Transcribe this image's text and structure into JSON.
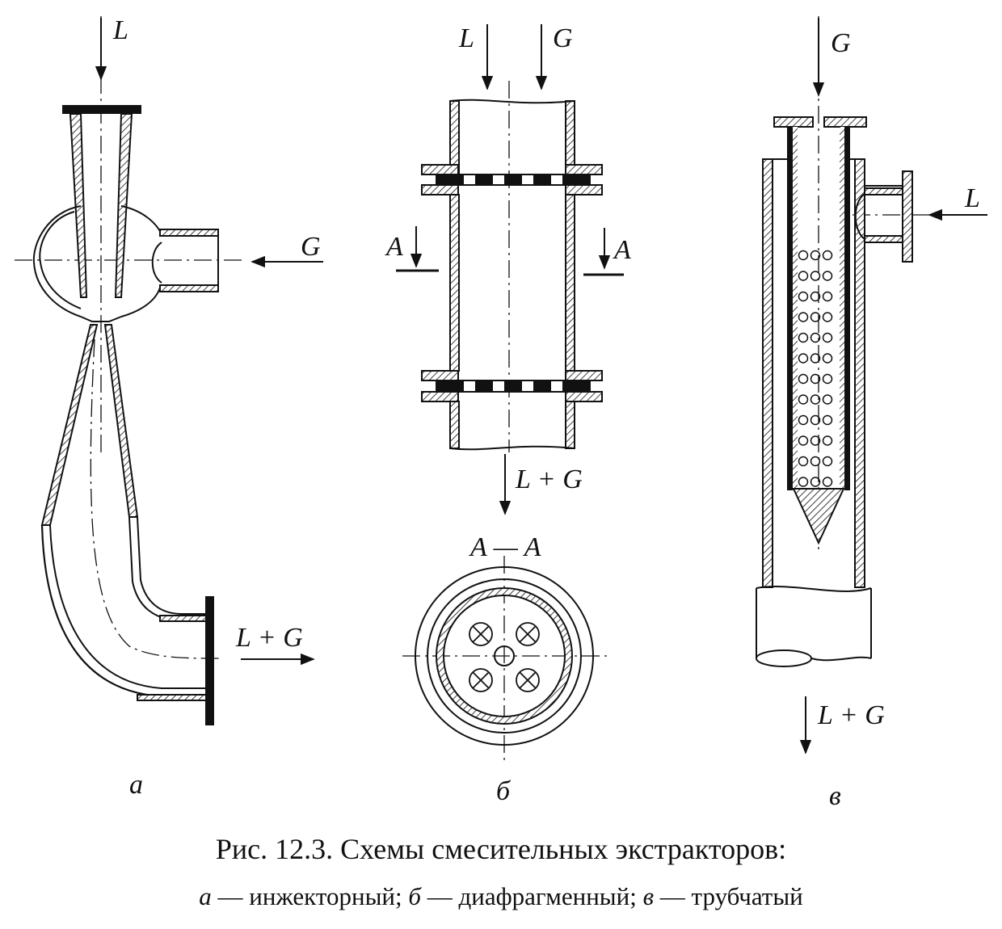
{
  "figure_a": {
    "label": "а",
    "flow_in_top": "L",
    "flow_in_side": "G",
    "flow_out": "L + G"
  },
  "figure_b": {
    "label": "б",
    "flow_in_left": "L",
    "flow_in_right": "G",
    "section_mark_left": "A",
    "section_mark_right": "A",
    "flow_out": "L + G",
    "section_title": "A — A"
  },
  "figure_c": {
    "label": "в",
    "flow_in_top": "G",
    "flow_in_side": "L",
    "flow_out": "L + G"
  },
  "caption": {
    "title": "Рис. 12.3. Схемы смесительных экстракторов:",
    "items": [
      {
        "letter": "а",
        "text": " — инжекторный; "
      },
      {
        "letter": "б",
        "text": " — диафрагменный; "
      },
      {
        "letter": "в",
        "text": " — трубчатый"
      }
    ]
  }
}
